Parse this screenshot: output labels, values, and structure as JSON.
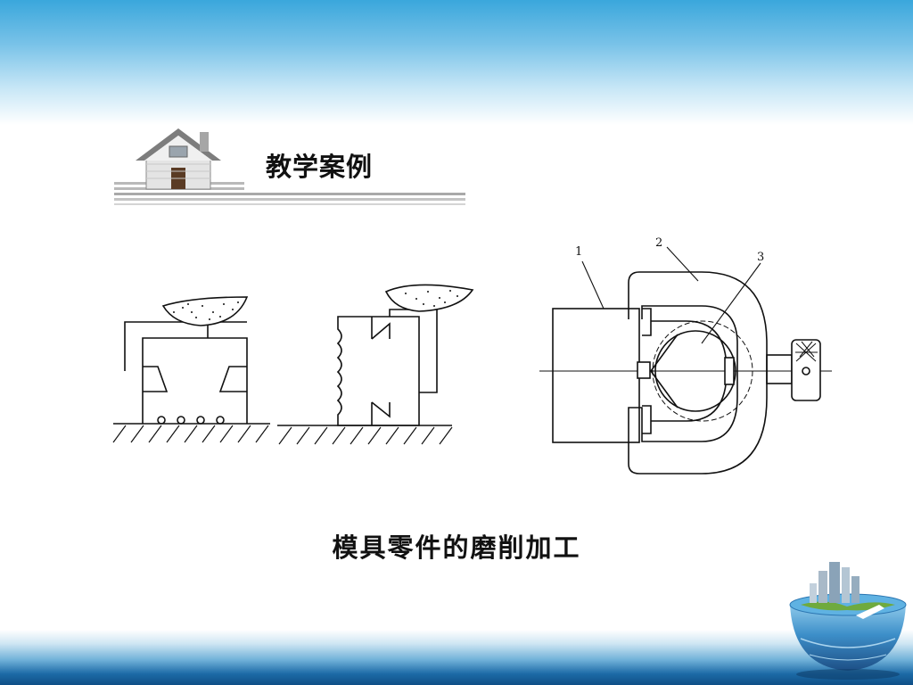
{
  "header": {
    "title": "教学案例"
  },
  "figure": {
    "caption": "模具零件的磨削加工",
    "labels": [
      "1",
      "2",
      "3"
    ]
  },
  "decorations": {
    "icons": [
      "house-icon",
      "globe-city-icon"
    ],
    "colors": {
      "band_top": "#3aa7dc",
      "band_bottom": "#0f4f86",
      "line": "#111111"
    }
  }
}
